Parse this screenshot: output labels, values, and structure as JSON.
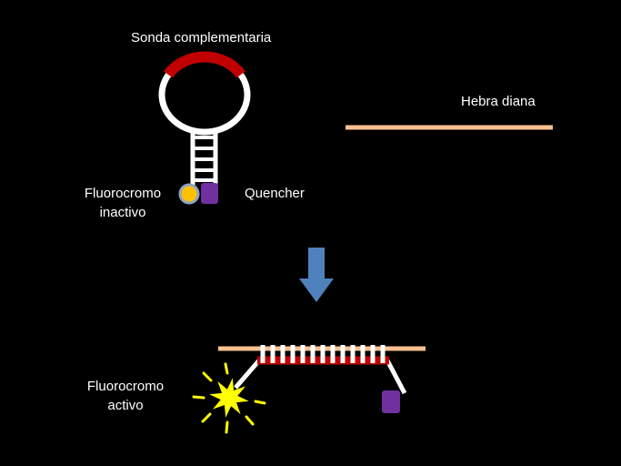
{
  "labels": {
    "probe_loop": "Sonda complementaria",
    "target_strand": "Hebra diana",
    "fluorophore_inactive_line1": "Fluorocromo",
    "fluorophore_inactive_line2": "inactivo",
    "quencher": "Quencher",
    "fluorophore_active_line1": "Fluorocromo",
    "fluorophore_active_line2": "activo"
  },
  "colors": {
    "background": "#000000",
    "text": "#ffffff",
    "probe_red": "#c00000",
    "target_orange": "#fac090",
    "arrow_blue": "#4f81bd",
    "fluorophore_gold": "#ffc000",
    "fluorophore_ring": "#8fa5c0",
    "burst_yellow": "#ffff00",
    "quencher_purple": "#7030a0",
    "strand_white": "#ffffff"
  }
}
